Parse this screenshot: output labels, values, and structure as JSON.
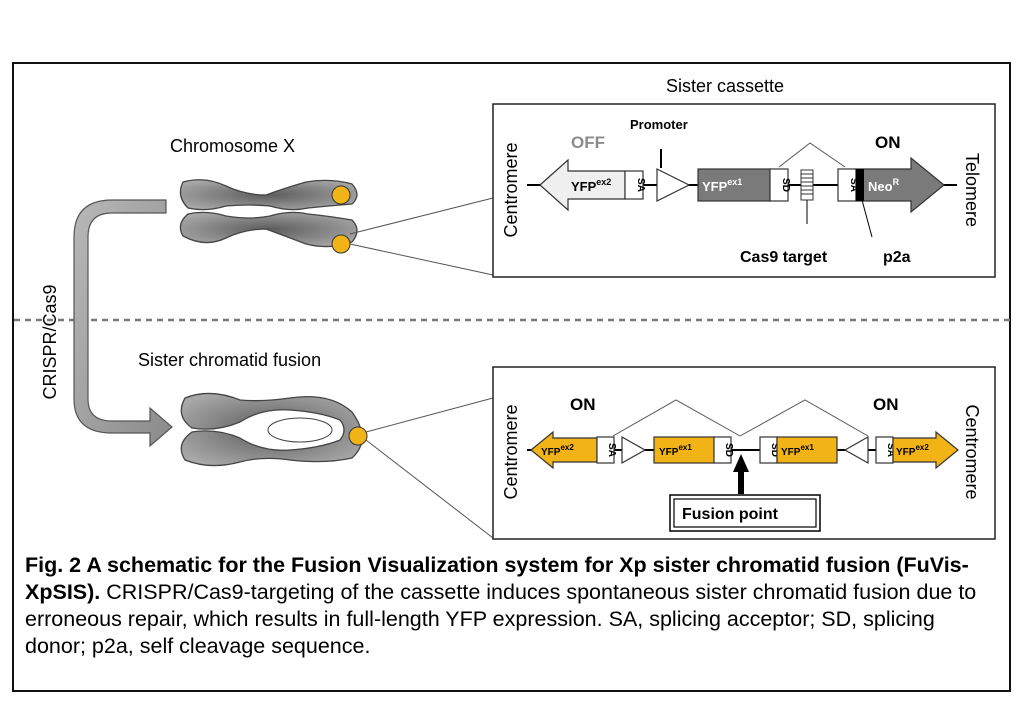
{
  "top_cassette": {
    "title": "Sister cassette",
    "left_end": "Centromere",
    "right_end": "Telomere",
    "off_label": "OFF",
    "on_label": "ON",
    "promoter_label": "Promoter",
    "yfp_ex2": {
      "base": "YFP",
      "sup": "ex2"
    },
    "sa": "SA",
    "yfp_ex1": {
      "base": "YFP",
      "sup": "ex1"
    },
    "sd": "SD",
    "sa2": "SA",
    "neo": {
      "base": "Neo",
      "sup": "R"
    },
    "cas9_label": "Cas9 target",
    "p2a_label": "p2a"
  },
  "bottom_cassette": {
    "left_end": "Centromere",
    "right_end": "Centromere",
    "on_left": "ON",
    "on_right": "ON",
    "yfp_ex2_left": {
      "base": "YFP",
      "sup": "ex2"
    },
    "sa_left": "SA",
    "yfp_ex1_left": {
      "base": "YFP",
      "sup": "ex1"
    },
    "sd_left": "SD",
    "sd_right": "SD",
    "yfp_ex1_right": {
      "base": "YFP",
      "sup": "ex1"
    },
    "sa_right": "SA",
    "yfp_ex2_right": {
      "base": "YFP",
      "sup": "ex2"
    },
    "fusion_label": "Fusion point"
  },
  "left_panel": {
    "chromosome_label": "Chromosome X",
    "crispr_label": "CRISPR/Cas9",
    "fusion_label": "Sister chromatid fusion"
  },
  "colors": {
    "yfp": "#f2b316",
    "gray_dark": "#7a7a7a",
    "gray_light": "#efefef",
    "chromosome": "#9a9a9a",
    "centromere_dot": "#f2b316",
    "off_text": "#8c8c8c"
  },
  "caption": {
    "bold": "Fig. 2 A schematic for the Fusion Visualization system for Xp sister chromatid fusion (FuVis-XpSIS).",
    "text": " CRISPR/Cas9-targeting of the cassette induces spontaneous sister chromatid fusion due to erroneous repair, which results in full-length YFP expression. SA, splicing acceptor; SD, splicing donor; p2a, self cleavage sequence."
  }
}
